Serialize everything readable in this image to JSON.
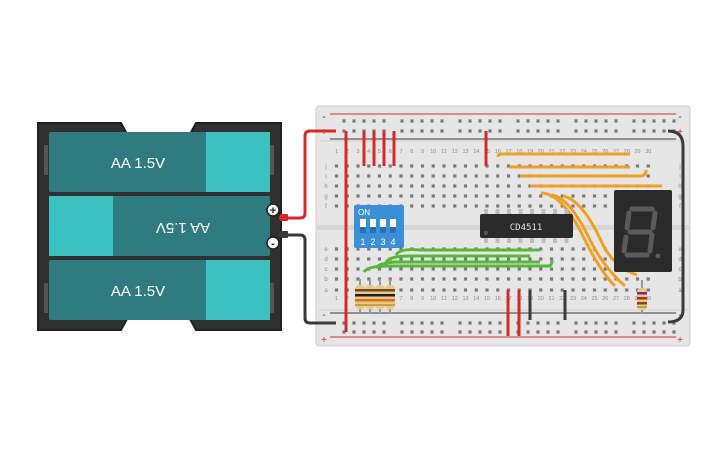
{
  "battery": {
    "cells": [
      {
        "label": "AA 1.5V"
      },
      {
        "label": "AA 1.5V"
      },
      {
        "label": "AA 1.5V"
      }
    ],
    "plus_symbol": "+",
    "minus_symbol": "-"
  },
  "breadboard": {
    "rail_plus": "+",
    "rail_minus": "-",
    "row_letters_top": [
      "j",
      "i",
      "h",
      "g",
      "f"
    ],
    "row_letters_bottom": [
      "e",
      "d",
      "c",
      "b",
      "a"
    ],
    "column_numbers": [
      "1",
      "2",
      "3",
      "4",
      "5",
      "6",
      "7",
      "8",
      "9",
      "10",
      "11",
      "12",
      "13",
      "14",
      "15",
      "16",
      "17",
      "18",
      "19",
      "20",
      "21",
      "22",
      "23",
      "24",
      "25",
      "26",
      "27",
      "28",
      "29",
      "30"
    ]
  },
  "dip_switch": {
    "on_label": "ON",
    "switch_labels": [
      "1",
      "2",
      "3",
      "4"
    ]
  },
  "ic": {
    "label": "CD4511"
  },
  "seven_segment": {
    "digit": "8"
  },
  "colors": {
    "wire_red": "#d52a2a",
    "wire_black": "#3a3a3a",
    "wire_orange": "#f0a020",
    "wire_green": "#55b83a",
    "battery_body": "#2f7c80",
    "battery_cap": "#3cc1c0",
    "breadboard": "#e8e8e8",
    "dip_blue": "#3b8fd6"
  }
}
